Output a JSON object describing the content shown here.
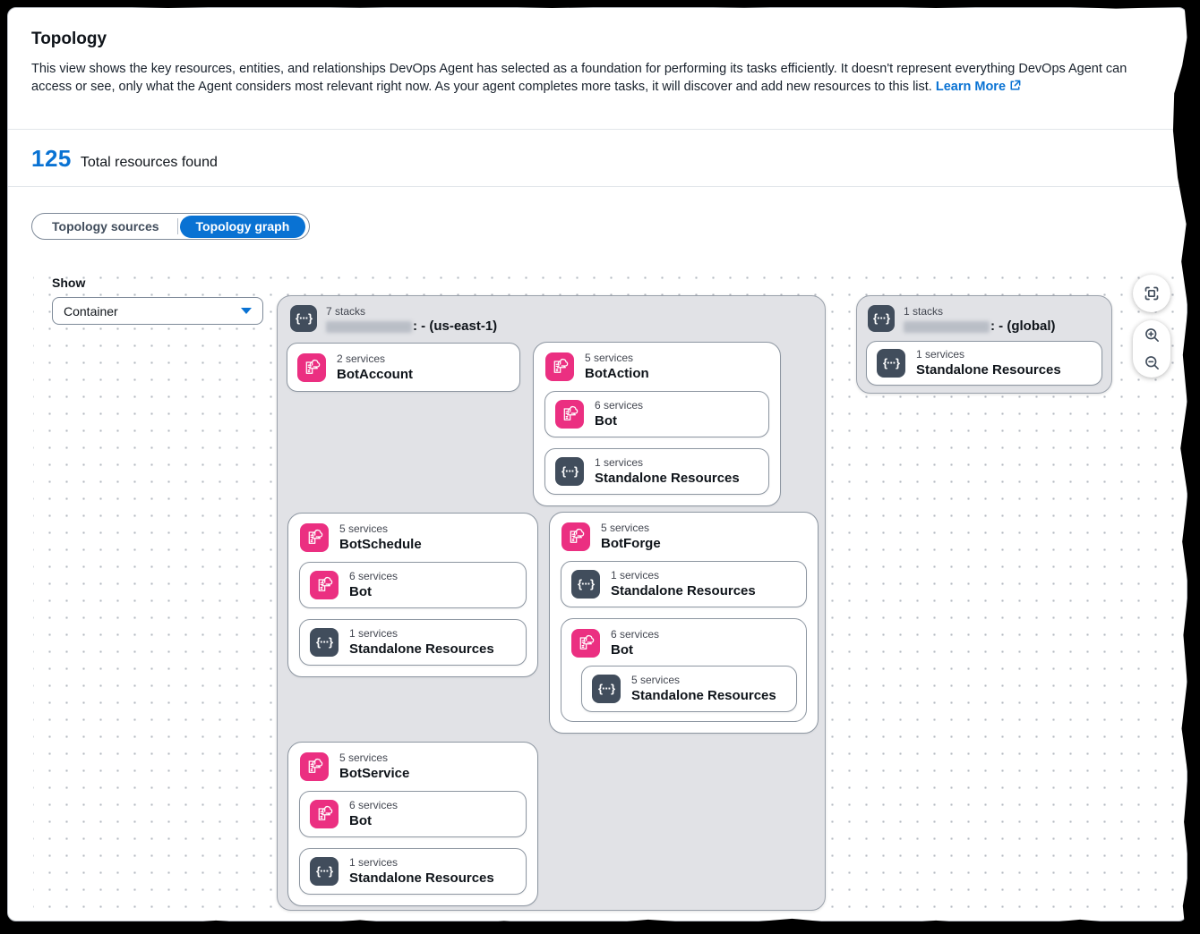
{
  "header": {
    "title": "Topology",
    "description": "This view shows the key resources, entities, and relationships DevOps Agent has selected as a foundation for performing its tasks efficiently. It doesn't represent everything DevOps Agent can access or see, only what the Agent considers most relevant right now. As your agent completes more tasks, it will discover and add new resources to this list.",
    "learn_more": "Learn More"
  },
  "summary": {
    "count": "125",
    "label": "Total resources found"
  },
  "view_toggle": {
    "sources": "Topology sources",
    "graph": "Topology graph",
    "separator": "|",
    "selected": "Topology graph"
  },
  "filter": {
    "label": "Show",
    "value": "Container"
  },
  "icons": {
    "service": "cloud-document-icon",
    "standalone": "braces-icon",
    "braces_glyph": "{···}",
    "controls": [
      "fit-to-screen-icon",
      "zoom-in-icon",
      "zoom-out-icon"
    ],
    "dropdown": "chevron-down-icon",
    "learn_more": "external-link-icon"
  },
  "colors": {
    "accent_blue": "#0972d3",
    "service_pink": "#eb2f81",
    "standalone_navy": "#414d5c",
    "container_gray": "#e1e2e6"
  },
  "graph": {
    "region": {
      "stacks_count": "7 stacks",
      "name_suffix": ": - (us-east-1)",
      "nodes": {
        "botaccount": {
          "count": "2 services",
          "name": "BotAccount"
        },
        "botaction": {
          "count": "5 services",
          "name": "BotAction",
          "bot": {
            "count": "6 services",
            "name": "Bot"
          },
          "standalone": {
            "count": "1 services",
            "name": "Standalone Resources"
          }
        },
        "botschedule": {
          "count": "5 services",
          "name": "BotSchedule",
          "bot": {
            "count": "6 services",
            "name": "Bot"
          },
          "standalone": {
            "count": "1 services",
            "name": "Standalone Resources"
          }
        },
        "botforge": {
          "count": "5 services",
          "name": "BotForge",
          "standalone": {
            "count": "1 services",
            "name": "Standalone Resources"
          },
          "bot": {
            "count": "6 services",
            "name": "Bot",
            "standalone": {
              "count": "5 services",
              "name": "Standalone Resources"
            }
          }
        },
        "botservice": {
          "count": "5 services",
          "name": "BotService",
          "bot": {
            "count": "6 services",
            "name": "Bot"
          },
          "standalone": {
            "count": "1 services",
            "name": "Standalone Resources"
          }
        }
      }
    },
    "global": {
      "stacks_count": "1 stacks",
      "name_suffix": ": - (global)",
      "nodes": {
        "standalone": {
          "count": "1 services",
          "name": "Standalone Resources"
        }
      }
    }
  }
}
